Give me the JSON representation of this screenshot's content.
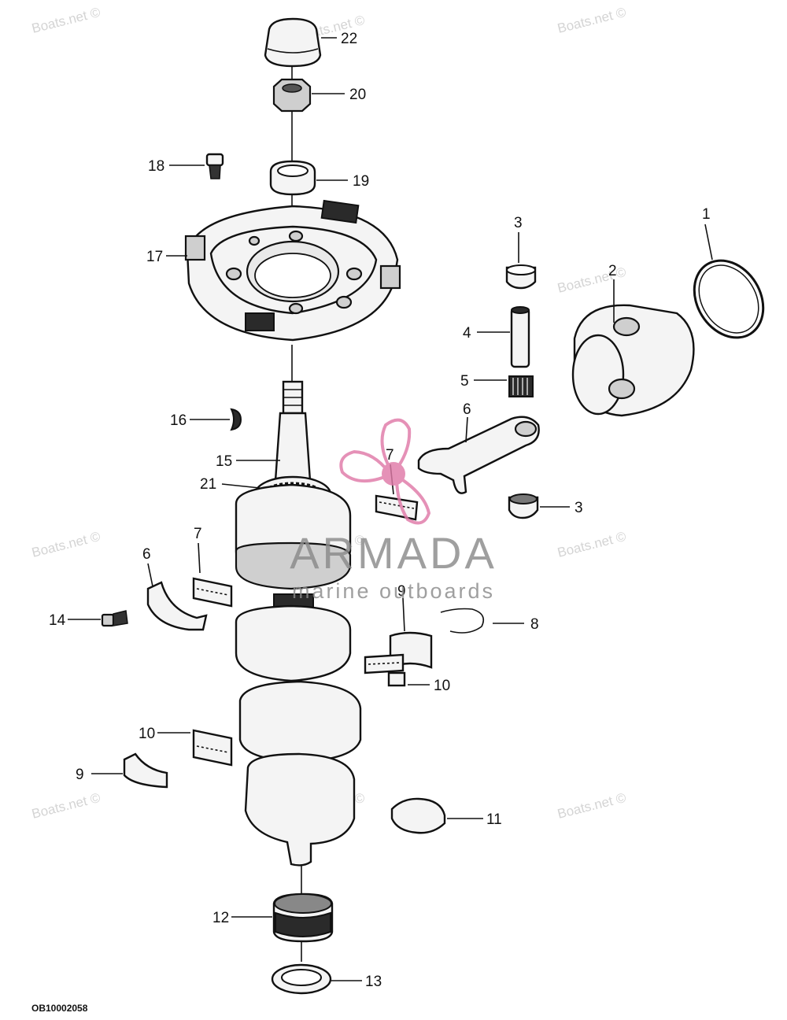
{
  "watermark": {
    "site_text": "Boats.net ©",
    "brand_name": "ARMADA",
    "brand_tagline": "marine outboards",
    "logo_color": "#e07aa8",
    "brand_text_color": "#8a8a8a"
  },
  "diagram_code": "OB10002058",
  "callouts": {
    "c1": "1",
    "c2": "2",
    "c3a": "3",
    "c3b": "3",
    "c4": "4",
    "c5": "5",
    "c6a": "6",
    "c6b": "6",
    "c7a": "7",
    "c7b": "7",
    "c8": "8",
    "c9a": "9",
    "c9b": "9",
    "c10a": "10",
    "c10b": "10",
    "c11": "11",
    "c12": "12",
    "c13": "13",
    "c14": "14",
    "c15": "15",
    "c16": "16",
    "c17": "17",
    "c18": "18",
    "c19": "19",
    "c20": "20",
    "c21": "21",
    "c22": "22"
  }
}
